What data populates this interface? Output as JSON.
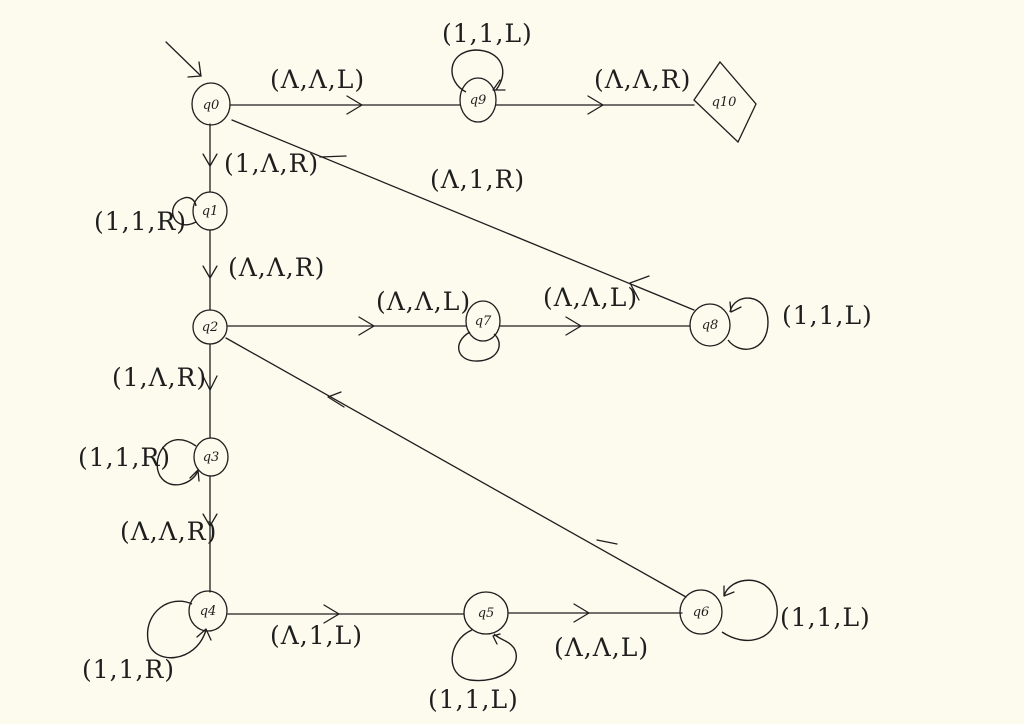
{
  "diagram": {
    "states": {
      "q0": "q0",
      "q1": "q1",
      "q2": "q2",
      "q3": "q3",
      "q4": "q4",
      "q5": "q5",
      "q6": "q6",
      "q7": "q7",
      "q8": "q8",
      "q9": "q9",
      "q10": "q10"
    },
    "transitions": {
      "q0_q9": "(Λ,Λ,L)",
      "q9_loop": "(1,1,L)",
      "q9_q10": "(Λ,Λ,R)",
      "q0_q1": "(1,Λ,R)",
      "q1_loop": "(1,1,R)",
      "q8_q0": "(Λ,1,R)",
      "q1_q2": "(Λ,Λ,R)",
      "q2_q7": "(Λ,Λ,L)",
      "q7_q8": "(Λ,Λ,L)",
      "q8_loop": "(1,1,L)",
      "q2_q3": "(1,Λ,R)",
      "q3_loop": "(1,1,R)",
      "q3_q4": "(Λ,Λ,R)",
      "q4_loop": "(1,1,R)",
      "q4_q5": "(Λ,1,L)",
      "q5_loop": "(1,1,L)",
      "q5_q6": "(Λ,Λ,L)",
      "q6_loop": "(1,1,L)"
    }
  }
}
